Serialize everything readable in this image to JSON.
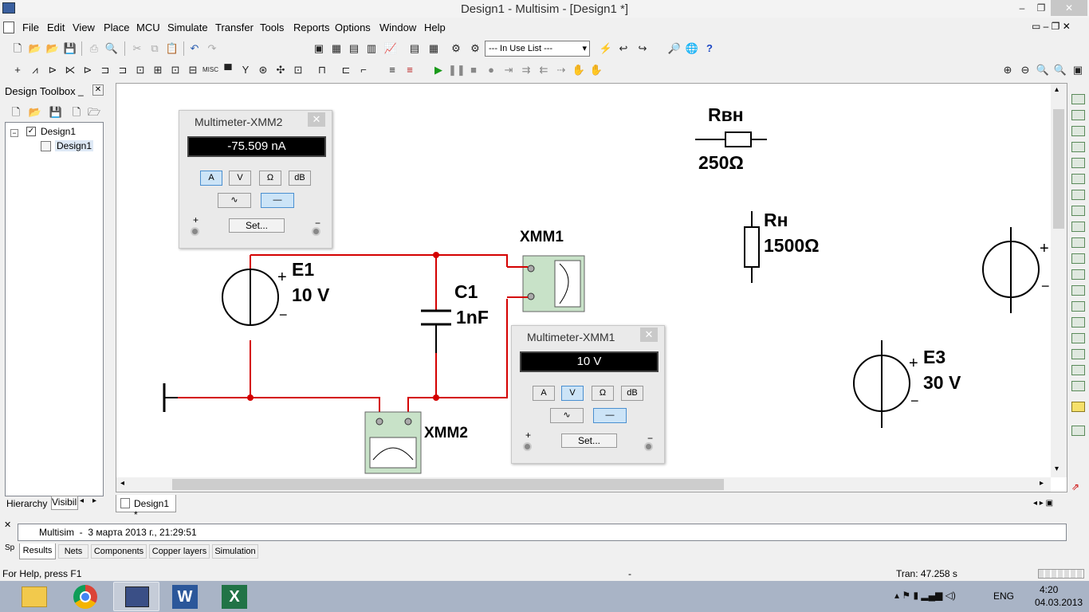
{
  "window": {
    "title": "Design1 - Multisim - [Design1 *]",
    "minimize": "‒",
    "restore": "❐",
    "close": "✕"
  },
  "menu": [
    "File",
    "Edit",
    "View",
    "Place",
    "MCU",
    "Simulate",
    "Transfer",
    "Tools",
    "Reports",
    "Options",
    "Window",
    "Help"
  ],
  "toolbar": {
    "in_use_list": "--- In Use List ---"
  },
  "toolbox": {
    "title": "Design Toolbox",
    "root": "Design1",
    "child": "Design1",
    "tabs": [
      "Hierarchy",
      "Visibili"
    ]
  },
  "meters": {
    "xmm2": {
      "title": "Multimeter-XMM2",
      "reading": "-75.509 nA",
      "modes": [
        "A",
        "V",
        "Ω",
        "dB"
      ],
      "set": "Set...",
      "plus": "+",
      "minus": "−"
    },
    "xmm1": {
      "title": "Multimeter-XMM1",
      "reading": "10 V",
      "modes": [
        "A",
        "V",
        "Ω",
        "dB"
      ],
      "set": "Set...",
      "plus": "+",
      "minus": "−"
    }
  },
  "schematic": {
    "e1_name": "E1",
    "e1_value": "10 V",
    "c1_name": "C1",
    "c1_value": "1nF",
    "xmm1_label": "XMM1",
    "xmm2_label": "XMM2",
    "rvn_name": "Rвн",
    "rvn_value": "250Ω",
    "rn_name": "Rн",
    "rn_value": "1500Ω",
    "e3_name": "E3",
    "e3_value": "30 V",
    "plus": "+",
    "minus": "−",
    "wire_color": "#d40000"
  },
  "doc_tab": "Design1 *",
  "log": {
    "message": "Multisim  -  3 марта 2013 г., 21:29:51",
    "tabs": [
      "Results",
      "Nets",
      "Components",
      "Copper layers",
      "Simulation"
    ]
  },
  "status": {
    "help": "For Help, press F1",
    "mid": "-",
    "tran": "Tran: 47.258 s"
  },
  "taskbar": {
    "lang": "ENG",
    "time": "4:20",
    "date": "04.03.2013"
  }
}
